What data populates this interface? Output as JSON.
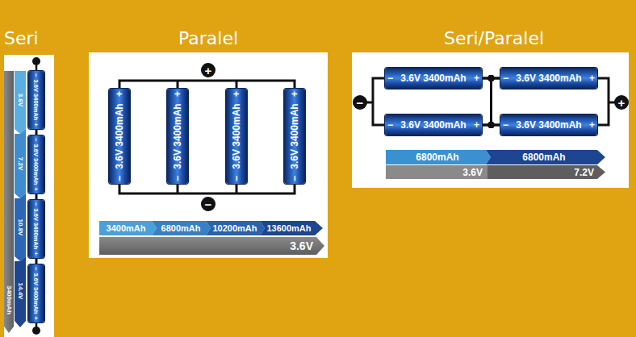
{
  "diagram": {
    "nodes": [
      {
        "text": [
          "−",
          "3.6V 3400mAh",
          "+"
        ]
      },
      {
        "text": [
          "−",
          "3.6V 3400mAh",
          "+"
        ]
      },
      {
        "text": [
          "−",
          "3.6V 3400mAh",
          "+"
        ]
      },
      {
        "text": [
          "−",
          "3.6V 3400mAh",
          "+"
        ]
      },
      {
        "text": [
          "−",
          "3.6V 3400mAh",
          "+"
        ]
      },
      {
        "text": [
          "−",
          "3.6V 3400mAh",
          "+"
        ]
      },
      {
        "text": [
          "−",
          "3.6V 3400mAh",
          "+"
        ]
      },
      {
        "text": [
          "−",
          "3.6V 3400mAh",
          "+"
        ]
      },
      {
        "text": [
          "−",
          "3.6V 3400mAh",
          "+"
        ]
      },
      {
        "text": [
          "−",
          "3.6V 3400mAh",
          "+"
        ]
      },
      {
        "text": [
          "−",
          "3.6V 3400mAh",
          "+"
        ]
      },
      {
        "text": [
          "−",
          "3.6V 3400mAh",
          "+"
        ]
      }
    ],
    "edges": [
      {
        "from": 0,
        "to": 1,
        "arrow": "none"
      },
      {
        "from": 1,
        "to": 2,
        "arrow": "none"
      },
      {
        "from": 2,
        "to": 3,
        "arrow": "none"
      },
      {
        "from": 8,
        "to": 9,
        "arrow": "none"
      },
      {
        "from": 8,
        "to": 11,
        "arrow": "none"
      },
      {
        "from": 10,
        "to": 9,
        "arrow": "none"
      },
      {
        "from": 10,
        "to": 11,
        "arrow": "none"
      }
    ],
    "labels": [
      "Seri",
      "Paralel",
      "Seri/Paralel",
      "3.6V",
      "7.2V",
      "10.8V",
      "14.4V",
      "3400mAh",
      "+",
      "−",
      "3400mAh",
      "6800mAh",
      "10200mAh",
      "13600mAh",
      "3.6V",
      "−",
      "+",
      "6800mAh",
      "6800mAh",
      "3.6V",
      "7.2V"
    ]
  }
}
